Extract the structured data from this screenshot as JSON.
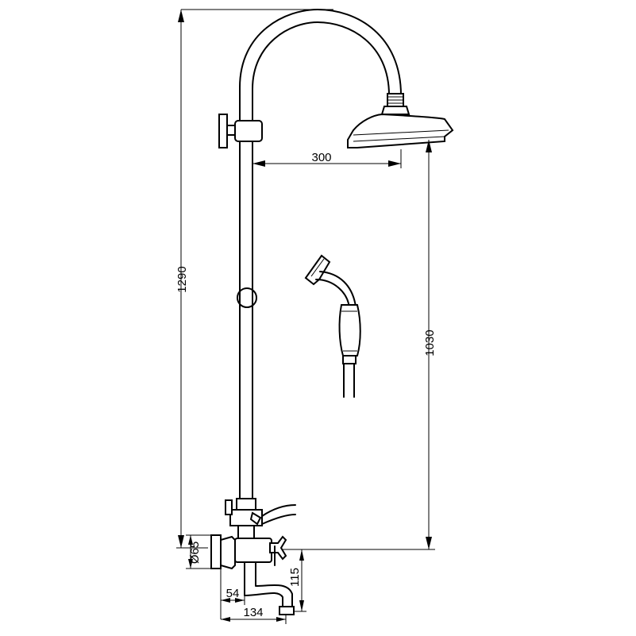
{
  "dimensions": {
    "overall_height": "1290",
    "head_projection": "300",
    "head_height": "1030",
    "wall_flange_diameter": "Ø65",
    "spout_offset_inner": "54",
    "spout_offset_outer": "134",
    "spout_height": "115"
  },
  "colors": {
    "line": "#000000",
    "background": "#ffffff"
  }
}
